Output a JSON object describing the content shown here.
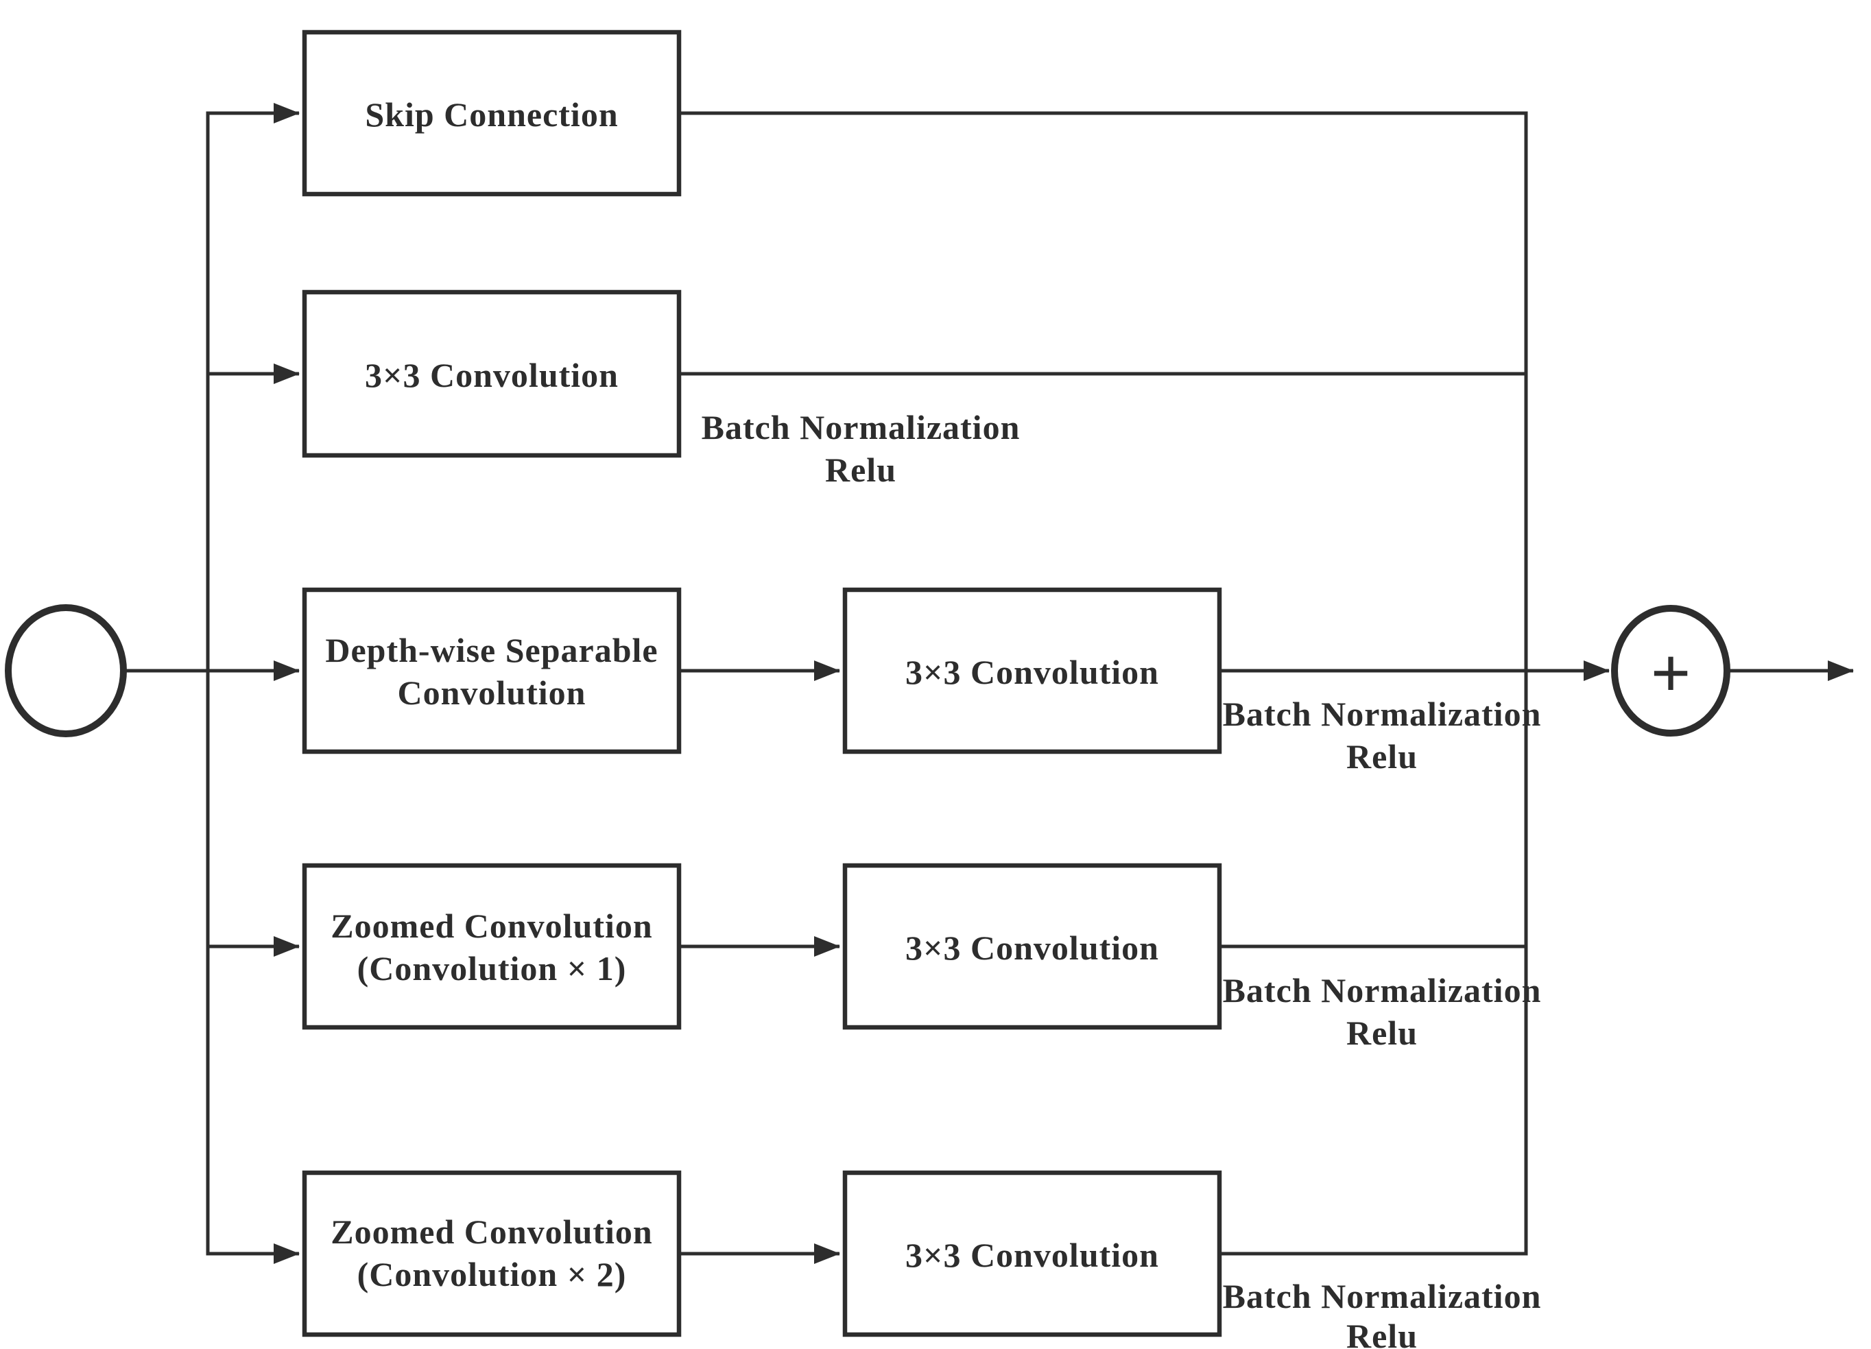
{
  "colors": {
    "ink": "#2d2d2d",
    "background": "#ffffff"
  },
  "diagram": {
    "sum_symbol": "+",
    "branches": [
      {
        "id": "skip-connection",
        "box1": {
          "line1": "Skip Connection"
        }
      },
      {
        "id": "conv3x3",
        "box1": {
          "line1": "3×3 Convolution"
        },
        "note": {
          "line1": "Batch Normalization",
          "line2": "Relu"
        }
      },
      {
        "id": "depthwise-separable",
        "box1": {
          "line1": "Depth-wise Separable",
          "line2": "Convolution"
        },
        "box2": {
          "line1": "3×3 Convolution"
        },
        "note": {
          "line1": "Batch Normalization",
          "line2": "Relu"
        }
      },
      {
        "id": "zoomed-conv-1",
        "box1": {
          "line1": "Zoomed Convolution",
          "line2": "(Convolution × 1)"
        },
        "box2": {
          "line1": "3×3 Convolution"
        },
        "note": {
          "line1": "Batch Normalization",
          "line2": "Relu"
        }
      },
      {
        "id": "zoomed-conv-2",
        "box1": {
          "line1": "Zoomed Convolution",
          "line2": "(Convolution × 2)"
        },
        "box2": {
          "line1": "3×3 Convolution"
        },
        "note": {
          "line1": "Batch Normalization",
          "line2": "Relu"
        }
      }
    ]
  }
}
